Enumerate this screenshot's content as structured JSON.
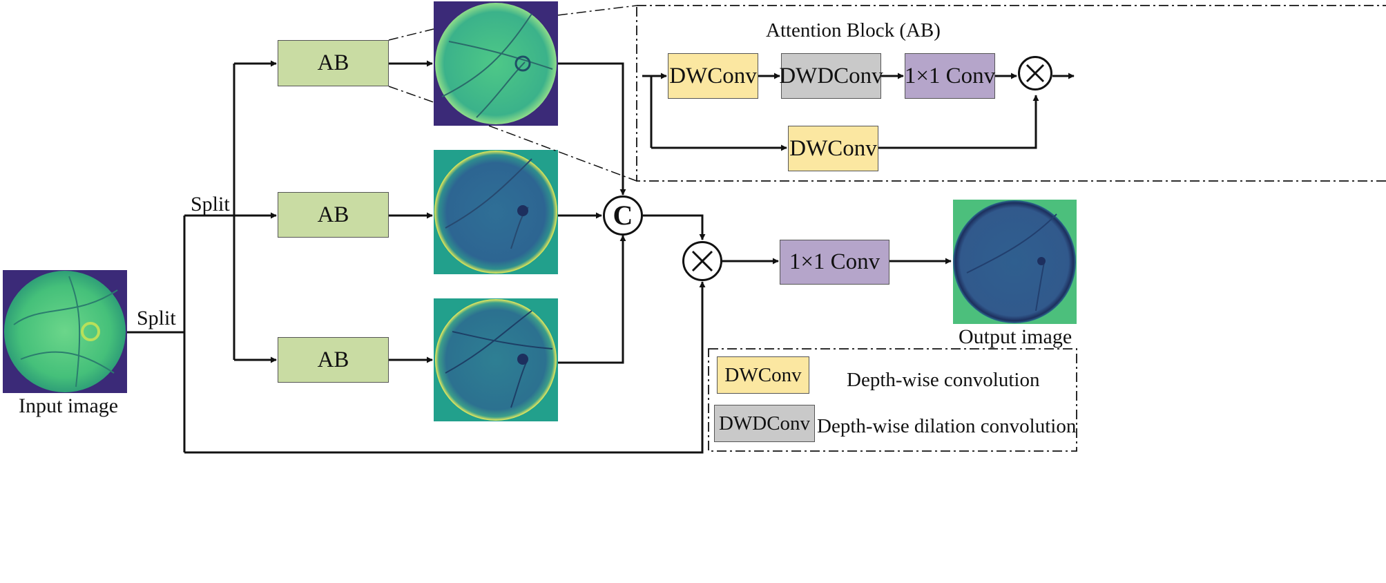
{
  "labels": {
    "input_image": "Input image",
    "output_image": "Output image",
    "split_1": "Split",
    "split_2": "Split",
    "attention_block_title": "Attention Block (AB)",
    "concat_symbol": "C"
  },
  "branches": [
    {
      "block": "AB"
    },
    {
      "block": "AB"
    },
    {
      "block": "AB"
    }
  ],
  "attention_block": {
    "main_path": [
      "DWConv",
      "DWDConv",
      "1×1 Conv"
    ],
    "skip_path": "DWConv"
  },
  "output_conv": "1×1 Conv",
  "legend": [
    {
      "swatch": "DWConv",
      "description": "Depth-wise convolution"
    },
    {
      "swatch": "DWDConv",
      "description": "Depth-wise dilation convolution"
    }
  ],
  "colors": {
    "ab_block": "#c9dca3",
    "dwconv": "#fbe7a1",
    "dwdconv": "#c9c9c9",
    "pointwise_conv": "#b5a5ca",
    "feature_map_dark": "#3b2a78",
    "feature_map_green": "#4cbf7c",
    "feature_map_teal": "#22a08c"
  }
}
